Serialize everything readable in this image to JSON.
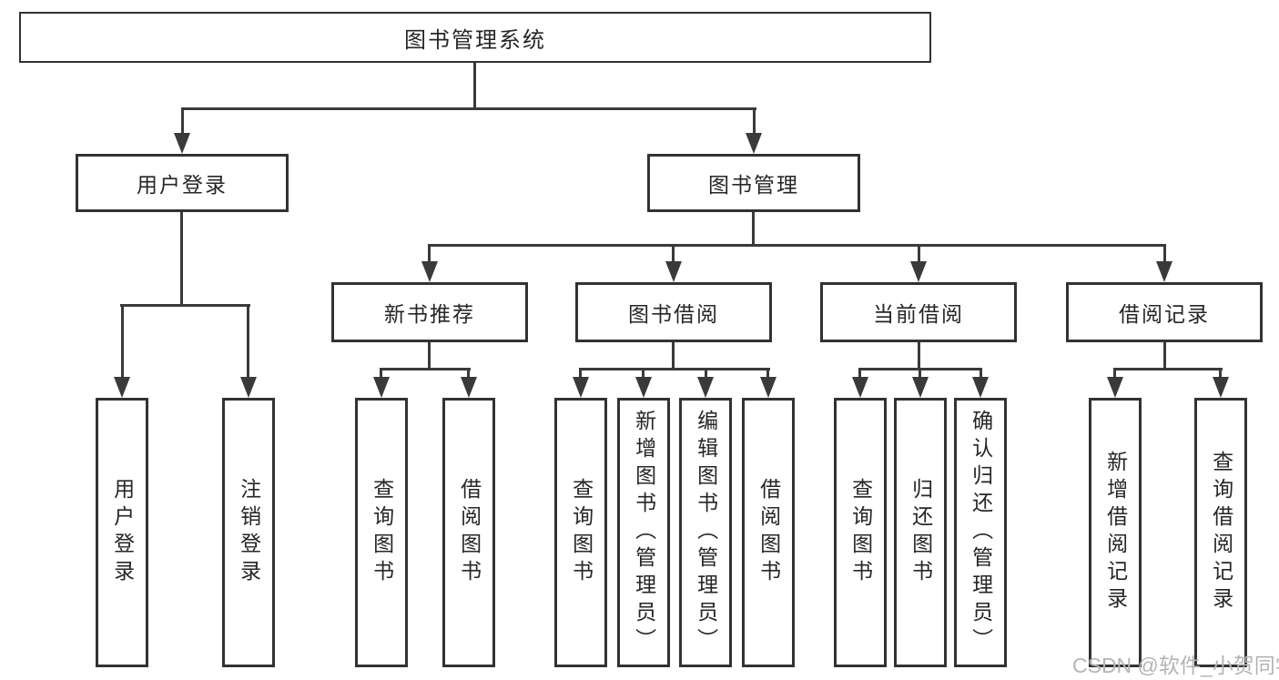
{
  "colors": {
    "line": "#3a3a3a",
    "box-border": "#323232",
    "text": "#262626",
    "watermark": "#b4b4b4",
    "bg": "#ffffff"
  },
  "watermark": {
    "text": "CSDN @软件_小贺同学"
  },
  "tree": {
    "label": "图书管理系统",
    "children": [
      {
        "label": "用户登录",
        "children": [
          {
            "label": "用户登录"
          },
          {
            "label": "注销登录"
          }
        ]
      },
      {
        "label": "图书管理",
        "children": [
          {
            "label": "新书推荐",
            "children": [
              {
                "label": "查询图书"
              },
              {
                "label": "借阅图书"
              }
            ]
          },
          {
            "label": "图书借阅",
            "children": [
              {
                "label": "查询图书"
              },
              {
                "label": "新增图书（管理员）"
              },
              {
                "label": "编辑图书（管理员）"
              },
              {
                "label": "借阅图书"
              }
            ]
          },
          {
            "label": "当前借阅",
            "children": [
              {
                "label": "查询图书"
              },
              {
                "label": "归还图书"
              },
              {
                "label": "确认归还（管理员）"
              }
            ]
          },
          {
            "label": "借阅记录",
            "children": [
              {
                "label": "新增借阅记录"
              },
              {
                "label": "查询借阅记录"
              }
            ]
          }
        ]
      }
    ]
  }
}
